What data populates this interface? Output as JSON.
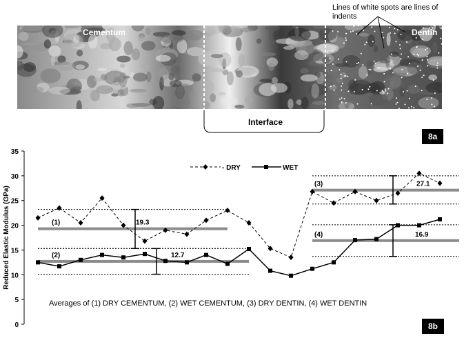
{
  "figure_a": {
    "label": "8a",
    "region_left": "Cementum",
    "region_right": "Dentin",
    "interface_label": "Interface",
    "annotation": "Lines of white spots are lines of indents"
  },
  "figure_b": {
    "label": "8b"
  },
  "chart_data": {
    "type": "line",
    "ylabel": "Reduced Elastic Modulus (GPa)",
    "ylim": [
      0,
      35
    ],
    "yticks": [
      0,
      5,
      10,
      15,
      20,
      25,
      30,
      35
    ],
    "x": [
      1,
      2,
      3,
      4,
      5,
      6,
      7,
      8,
      9,
      10,
      11,
      12,
      13,
      14,
      15,
      16,
      17,
      18,
      19,
      20,
      21,
      22,
      23
    ],
    "series": [
      {
        "name": "DRY",
        "values": [
          21.5,
          23.5,
          20.5,
          25.5,
          20,
          16.8,
          19,
          18.2,
          21,
          23,
          20.5,
          15.3,
          13.5,
          26.8,
          24.5,
          26.8,
          25,
          26.5,
          30.5,
          28.5
        ],
        "x": [
          1,
          2,
          3,
          4,
          5,
          6,
          7,
          8,
          9,
          10,
          11,
          12,
          13,
          14,
          15,
          16,
          17,
          18,
          19,
          20
        ]
      },
      {
        "name": "WET",
        "values": [
          12.5,
          11.7,
          13,
          14,
          13.5,
          14.2,
          12.8,
          12.5,
          14,
          12.2,
          15.2,
          10.8,
          9.8,
          11.2,
          12.5,
          17,
          17.2,
          20,
          20,
          21.2
        ],
        "x": [
          1,
          2,
          3,
          4,
          5,
          6,
          7,
          8,
          9,
          10,
          11,
          12,
          13,
          14,
          15,
          16,
          17,
          18,
          19,
          20
        ]
      }
    ],
    "averages": [
      {
        "id": "(1)",
        "value": 19.3,
        "label": "19.3",
        "range": [
          15.3,
          23.2
        ]
      },
      {
        "id": "(2)",
        "value": 12.7,
        "label": "12.7",
        "range": [
          10.1,
          15.3
        ]
      },
      {
        "id": "(3)",
        "value": 27.1,
        "label": "27.1",
        "range": [
          24.3,
          30.0
        ]
      },
      {
        "id": "(4)",
        "value": 16.9,
        "label": "16.9",
        "range": [
          13.7,
          20.1
        ]
      }
    ],
    "annotation": "Averages of (1) DRY CEMENTUM, (2) WET CEMENTUM, (3) DRY DENTIN, (4) WET DENTIN",
    "legend_position": "top-center",
    "grid": false
  }
}
